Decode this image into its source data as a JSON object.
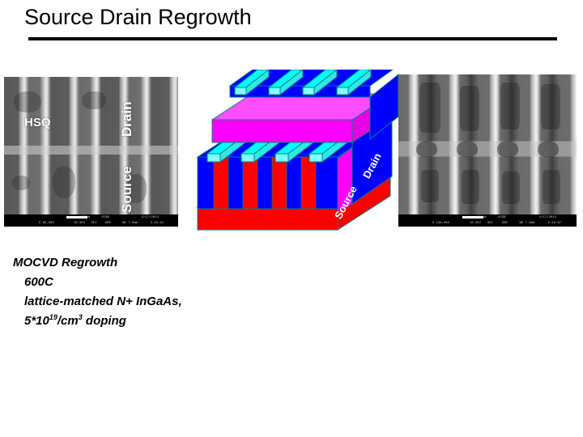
{
  "slide": {
    "title": "Source Drain Regrowth"
  },
  "sem_left": {
    "name": "low-magnification-sem",
    "labels": {
      "hsq": "HSQ",
      "drain": "Drain",
      "source": "Source"
    },
    "info_bar": {
      "magnification": "X 85,000",
      "voltage": "10.0kV",
      "detector": "SEI",
      "scale": "100nm",
      "institution": "UCSB",
      "working_distance": "WD 7.5mm",
      "date": "4/17/2013",
      "time": "3:16:32",
      "misc": "SEM"
    }
  },
  "sem_right": {
    "name": "high-magnification-sem",
    "info_bar": {
      "magnification": "X 130,000",
      "voltage": "10.0kV",
      "detector": "SEI",
      "scale": "100nm",
      "institution": "UCSB",
      "working_distance": "WD 7.5mm",
      "date": "4/17/2013",
      "time": "3:19:07",
      "misc": "SEM"
    }
  },
  "schematic": {
    "name": "finfet-regrowth-3d-schematic",
    "labels": {
      "source": "Source",
      "drain": "Drain"
    },
    "colors": {
      "substrate_red": "#FF0000",
      "body_blue": "#0000FF",
      "gate_magenta": "#FF00FF",
      "fin_cyan": "#00FFFF",
      "edge": "#008080"
    }
  },
  "caption": {
    "line1": "MOCVD Regrowth",
    "line2": "600C",
    "line3": "lattice-matched N+ InGaAs,",
    "line4_pre": "5*10",
    "line4_sup1": "19",
    "line4_mid": "/cm",
    "line4_sup2": "3",
    "line4_post": " doping"
  }
}
